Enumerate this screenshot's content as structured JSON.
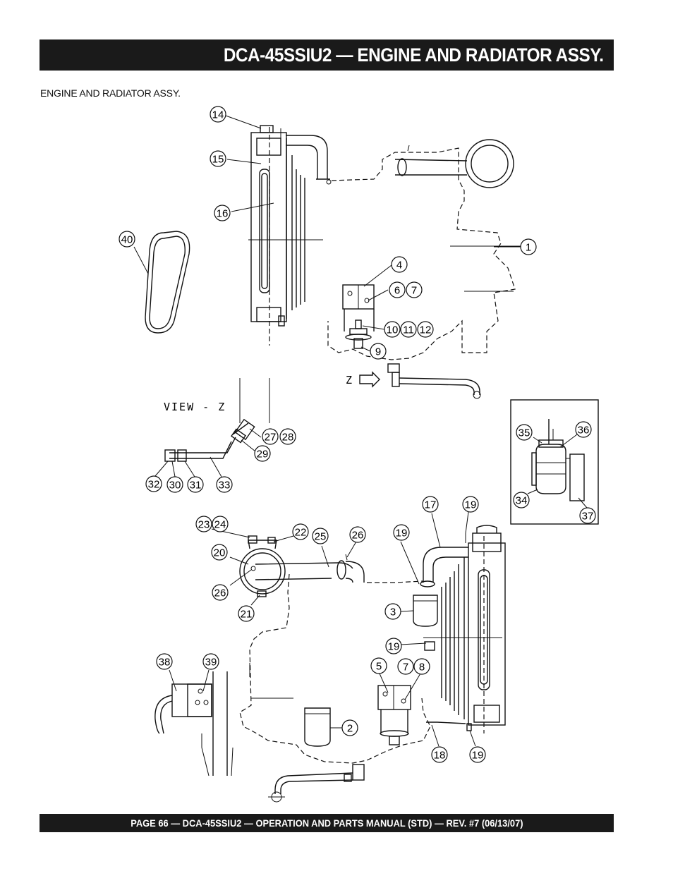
{
  "header": {
    "title": "DCA-45SSIU2 — ENGINE AND RADIATOR ASSY."
  },
  "section": {
    "caption": "ENGINE AND RADIATOR ASSY."
  },
  "view_labels": {
    "view_z": "VIEW - Z",
    "z_marker": "Z"
  },
  "callouts": {
    "c14": "14",
    "c15": "15",
    "c16": "16",
    "c40": "40",
    "c1": "1",
    "c4": "4",
    "c6": "6",
    "c7a": "7",
    "c10": "10",
    "c11": "11",
    "c12": "12",
    "c9": "9",
    "c27": "27",
    "c28": "28",
    "c29": "29",
    "c32": "32",
    "c30": "30",
    "c31": "31",
    "c33": "33",
    "c35": "35",
    "c36": "36",
    "c34": "34",
    "c37": "37",
    "c23": "23",
    "c24": "24",
    "c22": "22",
    "c25": "25",
    "c26a": "26",
    "c20": "20",
    "c26b": "26",
    "c21": "21",
    "c17": "17",
    "c19a": "19",
    "c19b": "19",
    "c3": "3",
    "c19c": "19",
    "c38": "38",
    "c39": "39",
    "c5": "5",
    "c7b": "7",
    "c8": "8",
    "c2": "2",
    "c18": "18",
    "c19d": "19"
  },
  "footer": {
    "text": "PAGE 66 — DCA-45SSIU2 —  OPERATION AND PARTS  MANUAL  (STD) — REV. #7  (06/13/07)"
  }
}
